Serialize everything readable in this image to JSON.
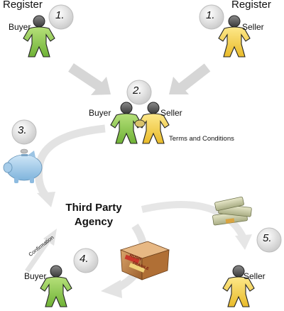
{
  "steps": {
    "register_buyer": {
      "label": "Register",
      "role": "Buyer",
      "number": "1."
    },
    "register_seller": {
      "label": "Register",
      "role": "Seller",
      "number": "1."
    },
    "agreement": {
      "buyer": "Buyer",
      "seller": "Seller",
      "note": "Terms and Conditions",
      "number": "2."
    },
    "payment": {
      "number": "3."
    },
    "delivery": {
      "role": "Buyer",
      "number": "4."
    },
    "payout": {
      "role": "Seller",
      "number": "5."
    }
  },
  "agency": {
    "line1": "Third Party",
    "line2": "Agency",
    "confirmation": "Confirmation"
  },
  "package_marks": [
    "RUSH",
    "FRAGILE"
  ],
  "icons": [
    "person-icon",
    "handshake-icon",
    "piggy-bank-icon",
    "cash-stack-icon",
    "package-icon",
    "number-disc-icon",
    "flow-arrow-icon"
  ],
  "colors": {
    "buyer": "#8cc84b",
    "seller": "#f5d24b",
    "arrow": "#cfcfcf",
    "disc": "#e6e6e6"
  }
}
